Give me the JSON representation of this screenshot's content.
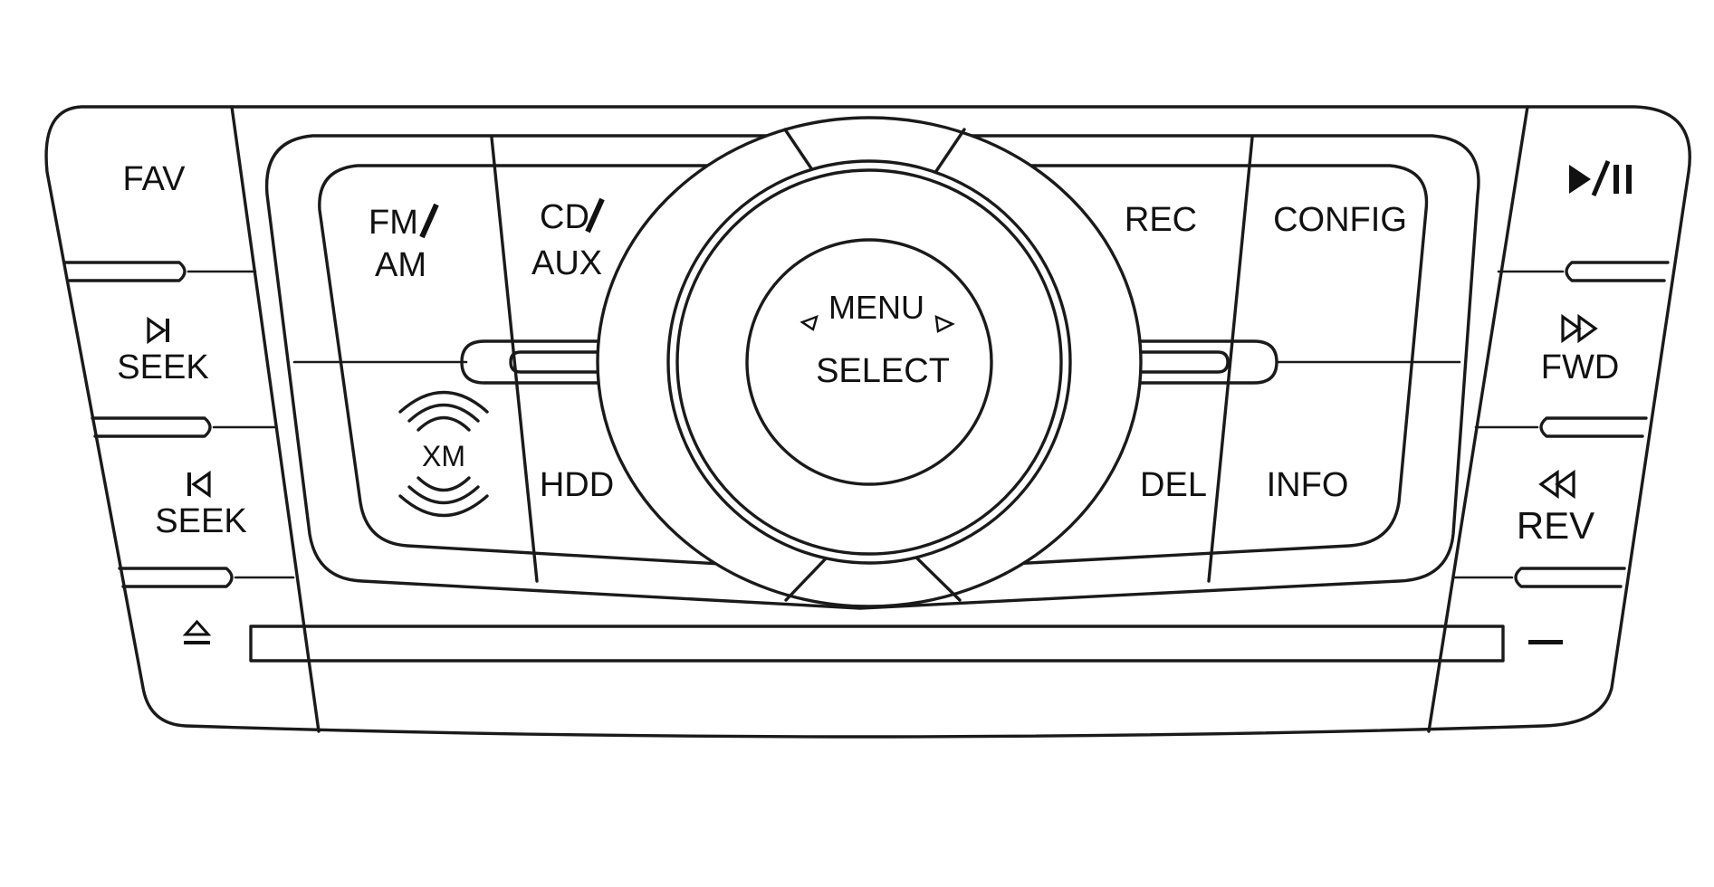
{
  "left_column": {
    "fav": "FAV",
    "seek_next": "SEEK",
    "seek_prev": "SEEK"
  },
  "right_column": {
    "fwd": "FWD",
    "rev": "REV"
  },
  "center_panel": {
    "fm_line1": "FM",
    "fm_line2": "AM",
    "cd_line1": "CD",
    "cd_line2": "AUX",
    "rec": "REC",
    "config": "CONFIG",
    "xm": "XM",
    "hdd": "HDD",
    "del": "DEL",
    "info": "INFO"
  },
  "knob": {
    "menu": "MENU",
    "select": "SELECT"
  },
  "icons": [
    "eject-icon",
    "play-pause-icon",
    "seek-next-icon",
    "seek-prev-icon",
    "fast-forward-icon",
    "rewind-icon",
    "xm-radio-waves-icon",
    "menu-arrow-left-icon",
    "menu-arrow-right-icon",
    "minus-icon"
  ]
}
